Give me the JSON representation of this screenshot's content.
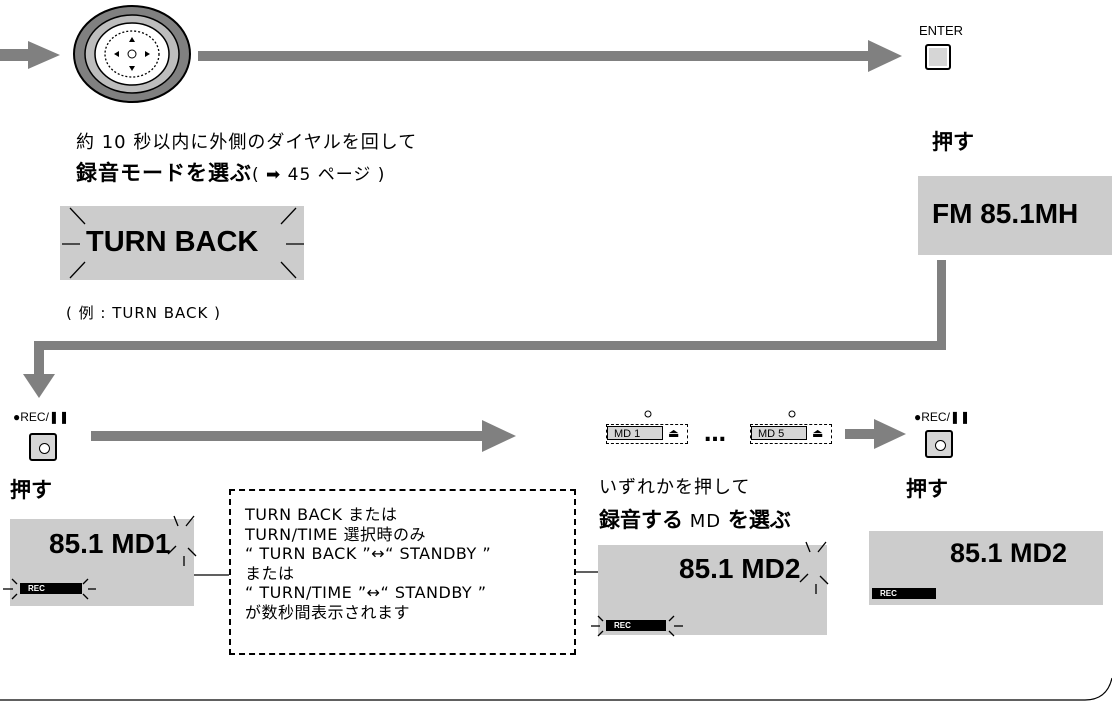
{
  "step1": {
    "instruction_line1": "約 10 秒以内に外側のダイヤルを回して",
    "instruction_bold": "録音モードを選ぶ",
    "instruction_ref": "( ➡ 45 ページ )",
    "display_text": "TURN BACK",
    "example": "( 例 : TURN BACK )"
  },
  "enter": {
    "label": "ENTER",
    "action": "押す",
    "display_text": "FM 85.1MH"
  },
  "rec1": {
    "label": "●REC/❚❚",
    "action": "押す",
    "display_main": "85.1  MD1",
    "rec_badge": "REC"
  },
  "note": {
    "lines": [
      "TURN BACK または",
      "TURN/TIME 選択時のみ",
      "“ TURN BACK ”↔“ STANDBY ”",
      "または",
      "“ TURN/TIME ”↔“ STANDBY ”",
      "が数秒間表示されます"
    ]
  },
  "select_md": {
    "md1_label": "MD 1",
    "md5_label": "MD 5",
    "eject_symbol": "⏏",
    "ellipsis": "…",
    "instruction_line1": "いずれかを押して",
    "instruction_bold1": "録音する",
    "instruction_md": " MD ",
    "instruction_bold2": "を選ぶ",
    "display_main": "85.1  MD2",
    "rec_badge": "REC"
  },
  "rec2": {
    "label": "●REC/❚❚",
    "action": "押す",
    "display_main": "85.1  MD2",
    "rec_badge": "REC"
  },
  "colors": {
    "arrow": "#808080",
    "lcd": "#cccccc",
    "button_fill": "#d6d6d6"
  }
}
